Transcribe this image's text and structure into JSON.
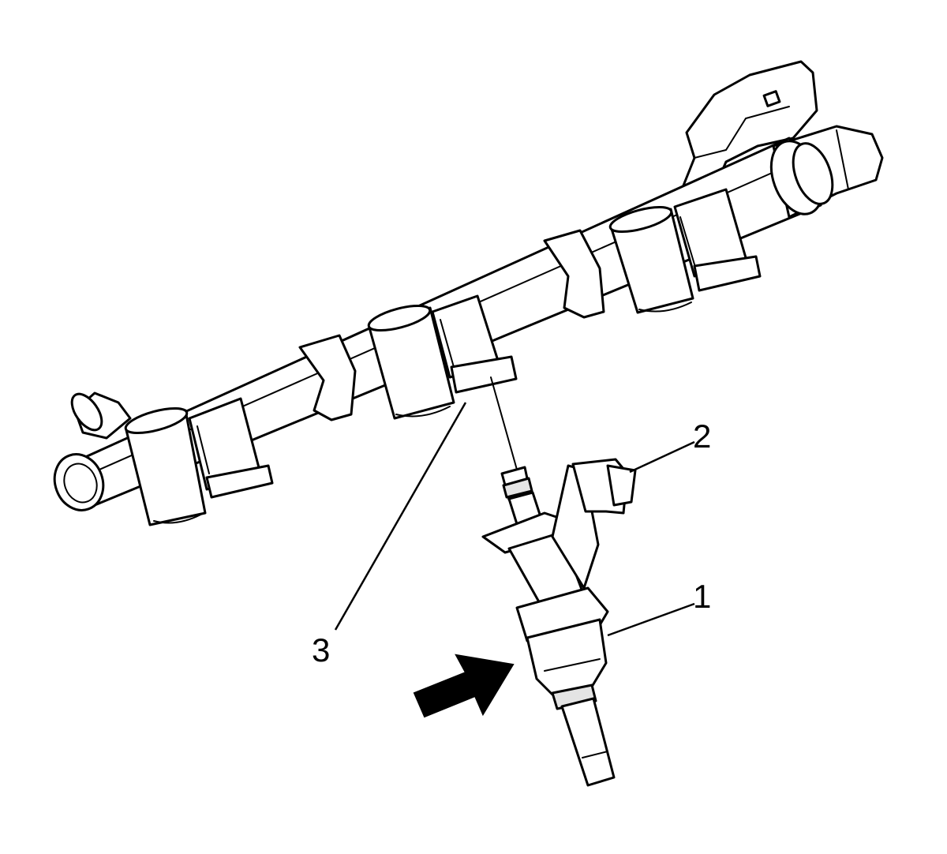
{
  "callouts": [
    {
      "id": "1",
      "text": "1"
    },
    {
      "id": "2",
      "text": "2"
    },
    {
      "id": "3",
      "text": "3"
    }
  ],
  "colors": {
    "line": "#000000",
    "background": "#ffffff",
    "arrow": "#000000"
  }
}
